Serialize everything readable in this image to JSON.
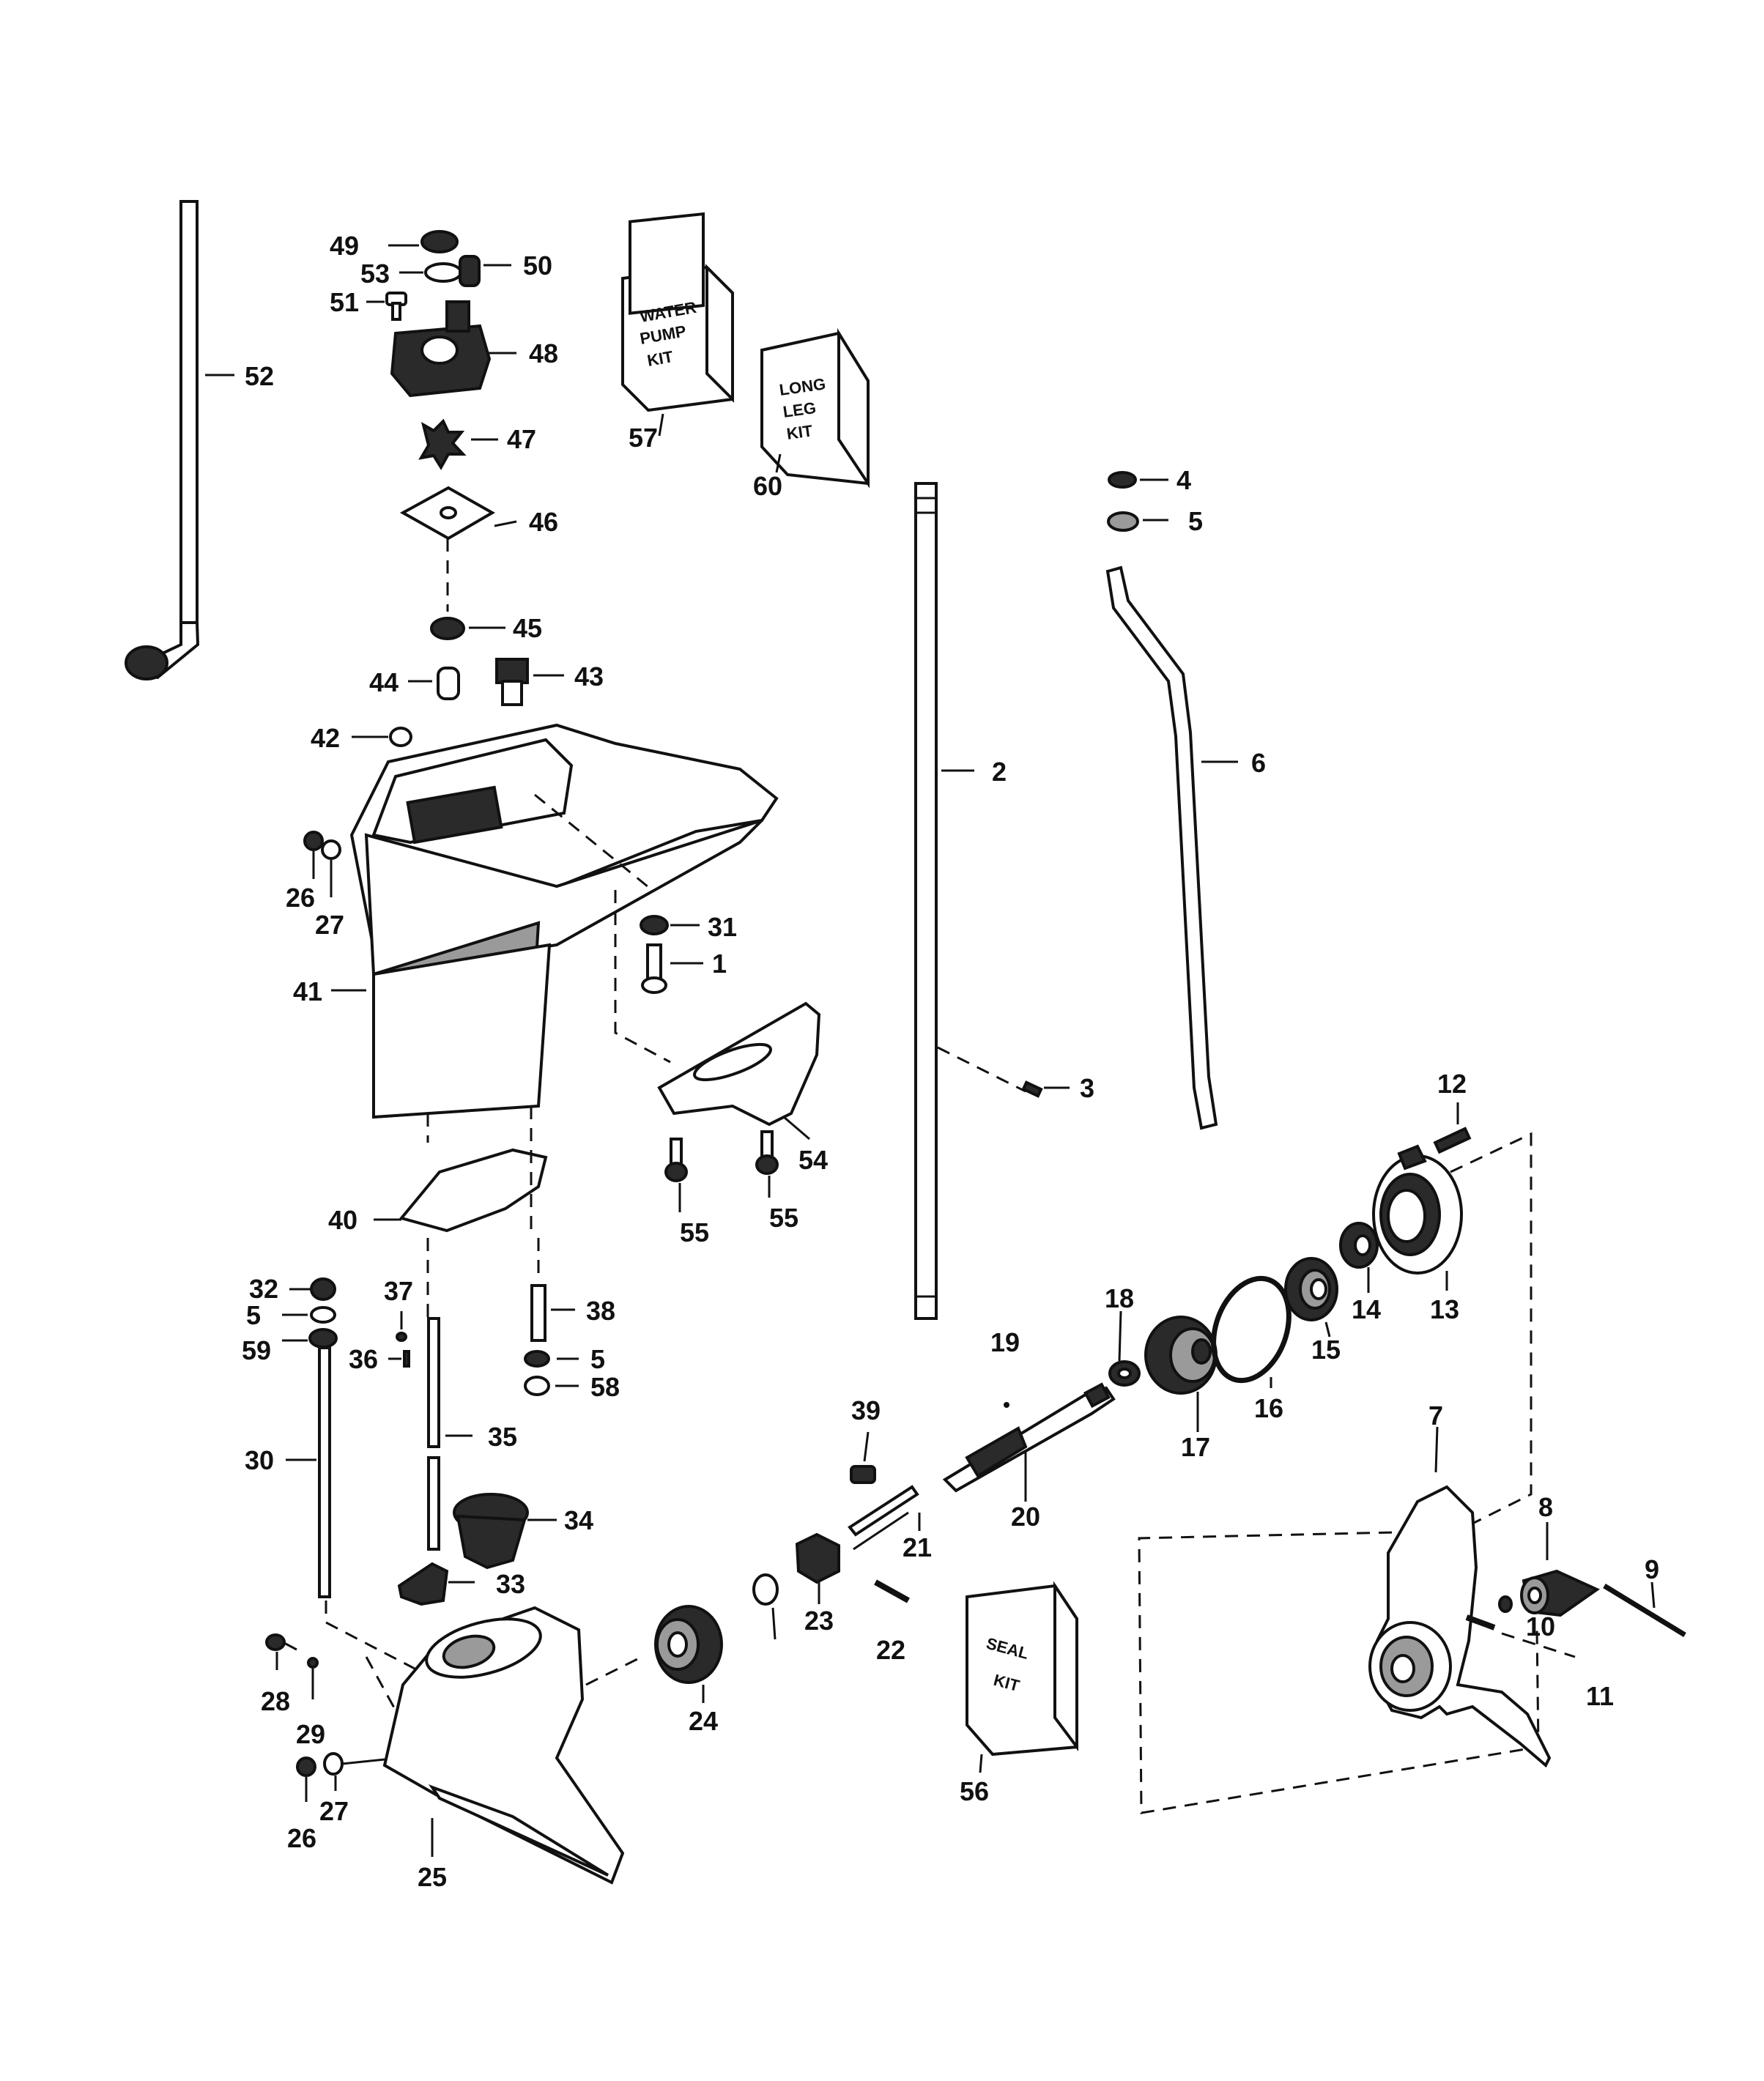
{
  "callouts": [
    "1",
    "2",
    "3",
    "4",
    "5",
    "6",
    "7",
    "8",
    "9",
    "10",
    "11",
    "12",
    "13",
    "14",
    "15",
    "16",
    "17",
    "18",
    "19",
    "20",
    "21",
    "22",
    "23",
    "24",
    "25",
    "26",
    "27",
    "28",
    "29",
    "30",
    "31",
    "32",
    "33",
    "34",
    "35",
    "36",
    "37",
    "38",
    "39",
    "40",
    "41",
    "42",
    "43",
    "44",
    "45",
    "46",
    "47",
    "48",
    "49",
    "50",
    "51",
    "52",
    "53",
    "54",
    "55",
    "56",
    "57",
    "58",
    "59",
    "60"
  ],
  "kits": {
    "water_pump": [
      "WATER",
      "PUMP",
      "KIT"
    ],
    "long_leg": [
      "LONG",
      "LEG",
      "KIT"
    ],
    "seal": [
      "SEAL",
      "KIT"
    ]
  }
}
